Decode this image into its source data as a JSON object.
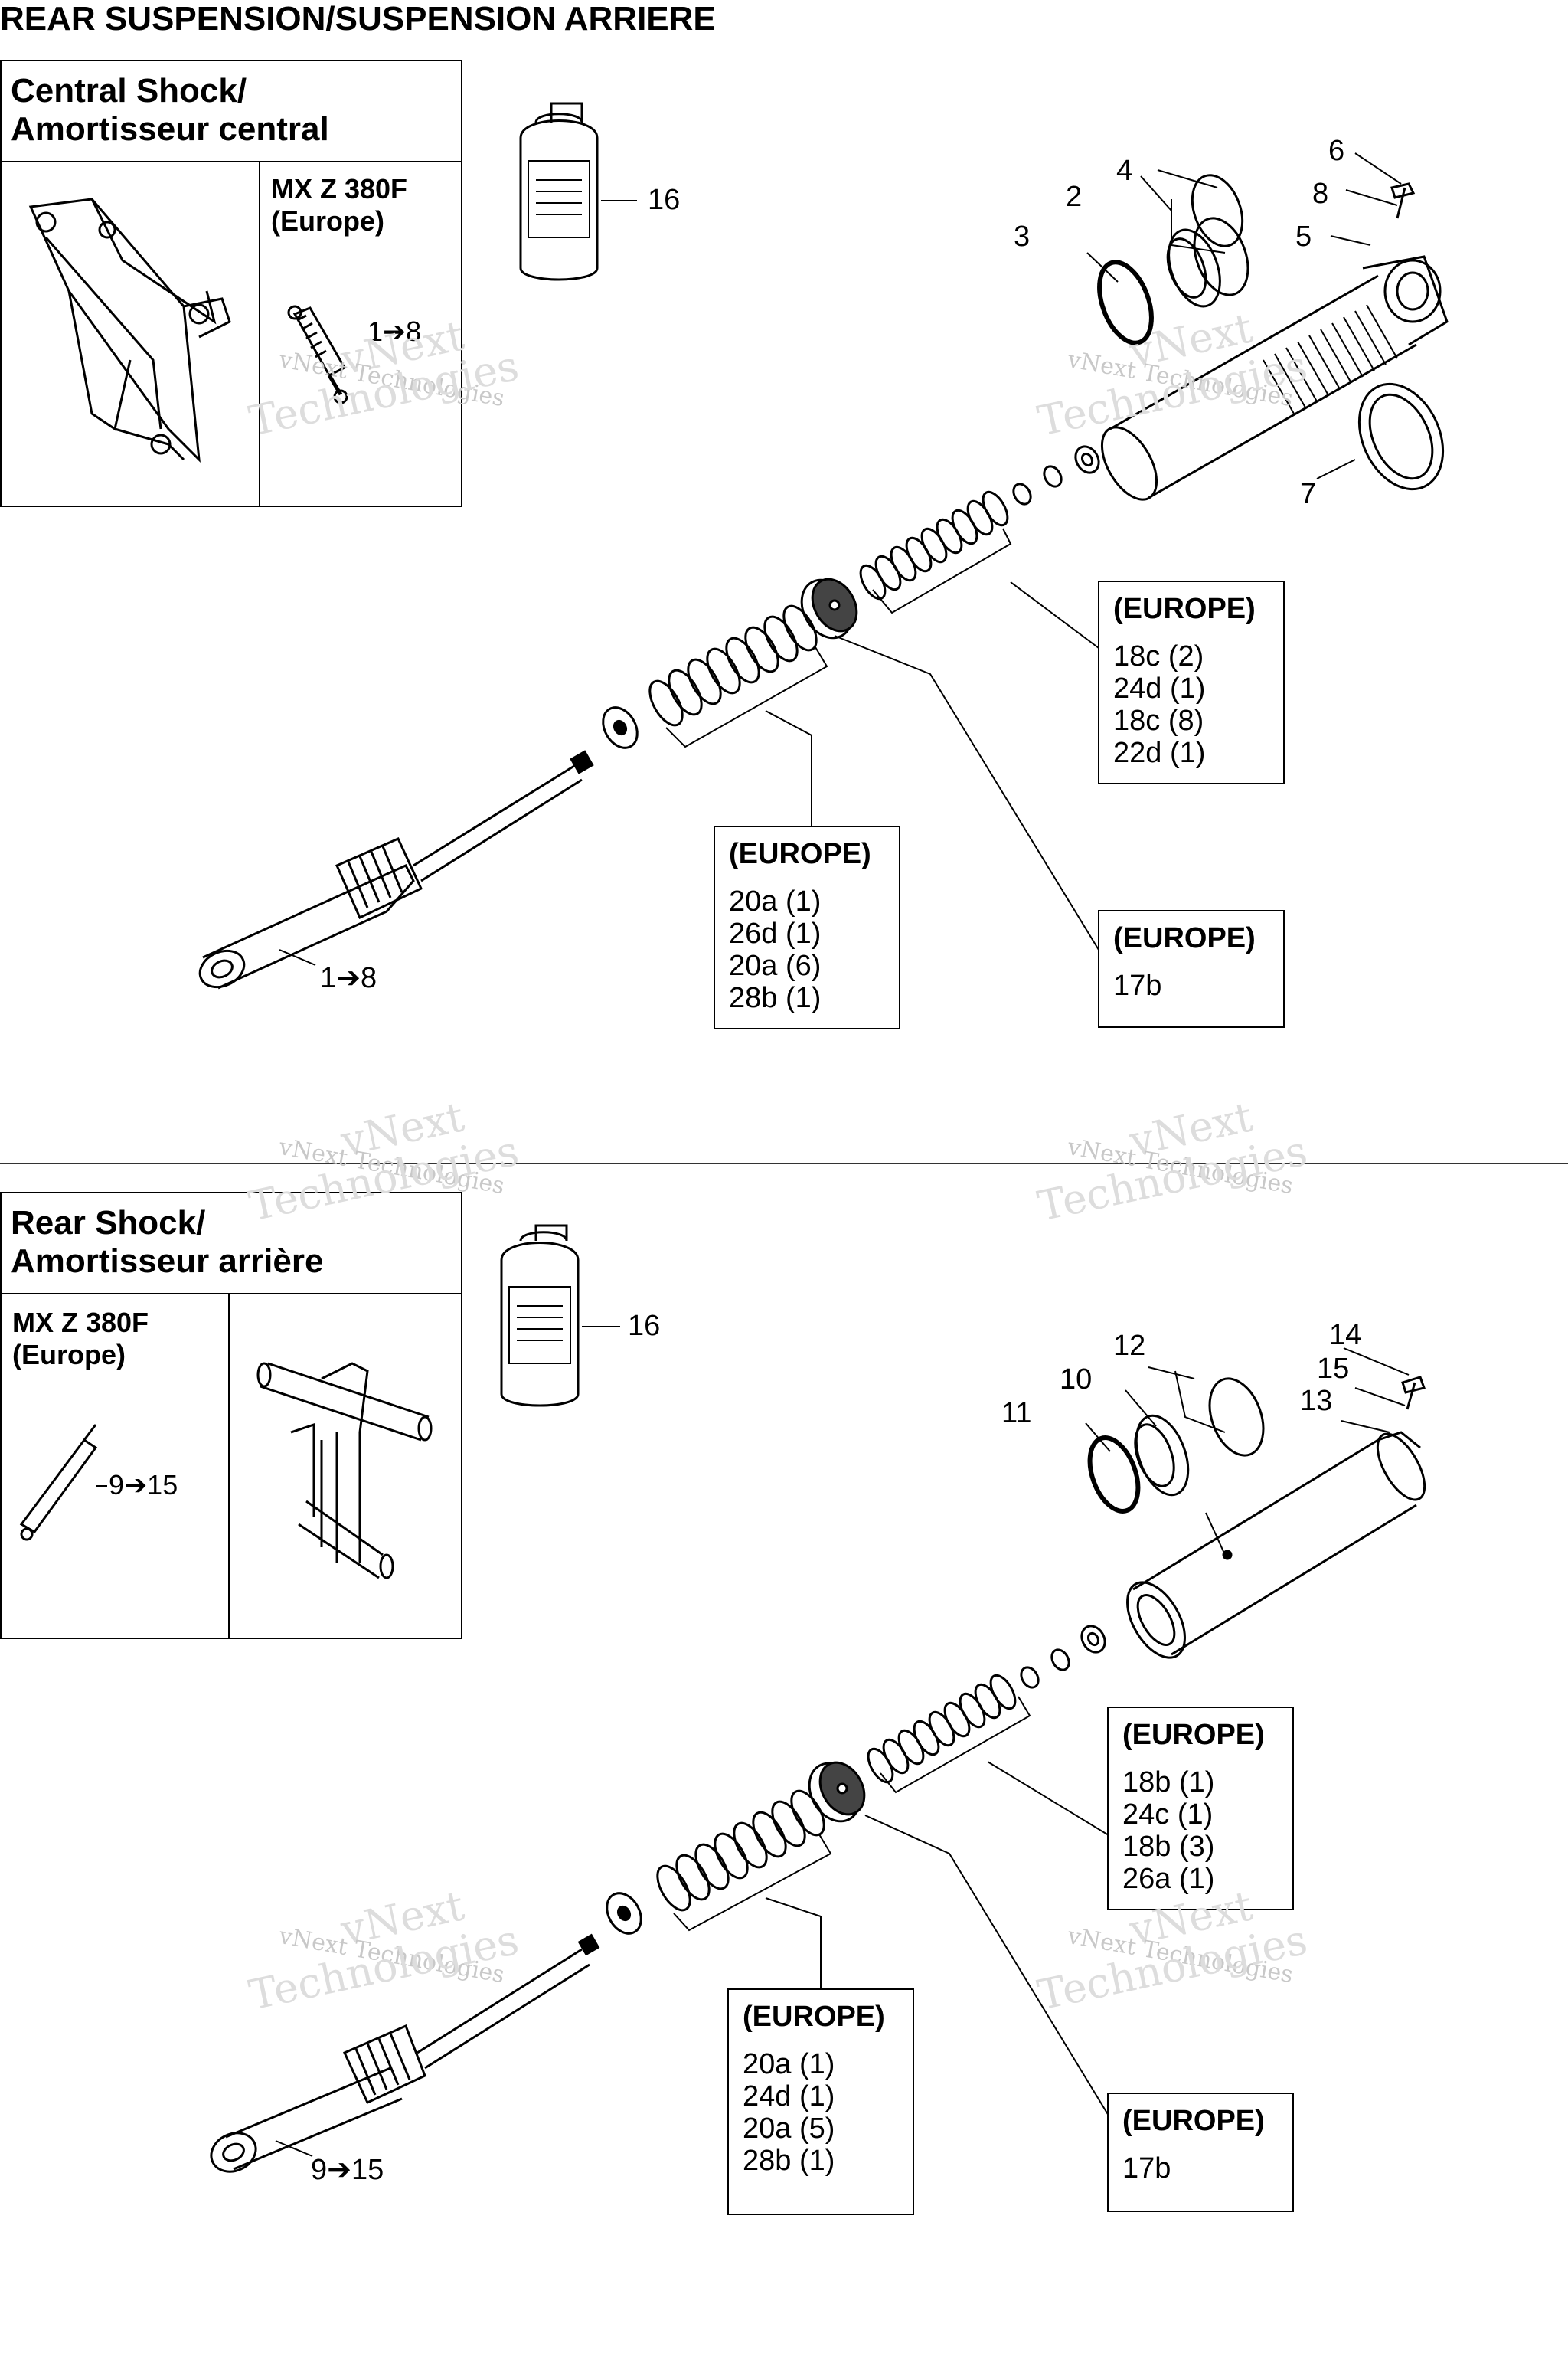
{
  "title": "REAR SUSPENSION/SUSPENSION ARRIERE",
  "central_panel": {
    "heading_line1": "Central Shock/",
    "heading_line2": "Amortisseur central",
    "model_line1": "MX Z 380F",
    "model_line2": "(Europe)",
    "range_label": "1➔8"
  },
  "rear_panel": {
    "heading_line1": "Rear Shock/",
    "heading_line2": "Amortisseur arrière",
    "model_line1": "MX Z 380F",
    "model_line2": "(Europe)",
    "range_label": "9➔15"
  },
  "central_labels": {
    "part_1": "6",
    "part_2": "4",
    "part_3": "8",
    "part_4": "2",
    "part_5": "3",
    "part_6": "5",
    "part_7": "7",
    "part_8": "16",
    "part_range": "1➔8"
  },
  "rear_labels": {
    "part_1": "14",
    "part_2": "12",
    "part_3": "15",
    "part_4": "10",
    "part_5": "11",
    "part_6": "13",
    "part_7": "16",
    "part_range": "9➔15"
  },
  "callouts": {
    "c1": {
      "header": "(EUROPE)",
      "rows": [
        "18c (2)",
        "24d (1)",
        "18c (8)",
        "22d (1)"
      ]
    },
    "c2": {
      "header": "(EUROPE)",
      "rows": [
        "20a (1)",
        "26d (1)",
        "20a (6)",
        "28b (1)"
      ]
    },
    "c3": {
      "header": "(EUROPE)",
      "rows": [
        "17b"
      ]
    },
    "c4": {
      "header": "(EUROPE)",
      "rows": [
        "18b (1)",
        "24c (1)",
        "18b (3)",
        "26a (1)"
      ]
    },
    "c5": {
      "header": "(EUROPE)",
      "rows": [
        "20a (1)",
        "24d (1)",
        "20a (5)",
        "28b (1)"
      ]
    },
    "c6": {
      "header": "(EUROPE)",
      "rows": [
        "17b"
      ]
    }
  },
  "watermark": {
    "line1": "vNext Technologies",
    "line2": "Technologies",
    "line3": "vNext"
  }
}
